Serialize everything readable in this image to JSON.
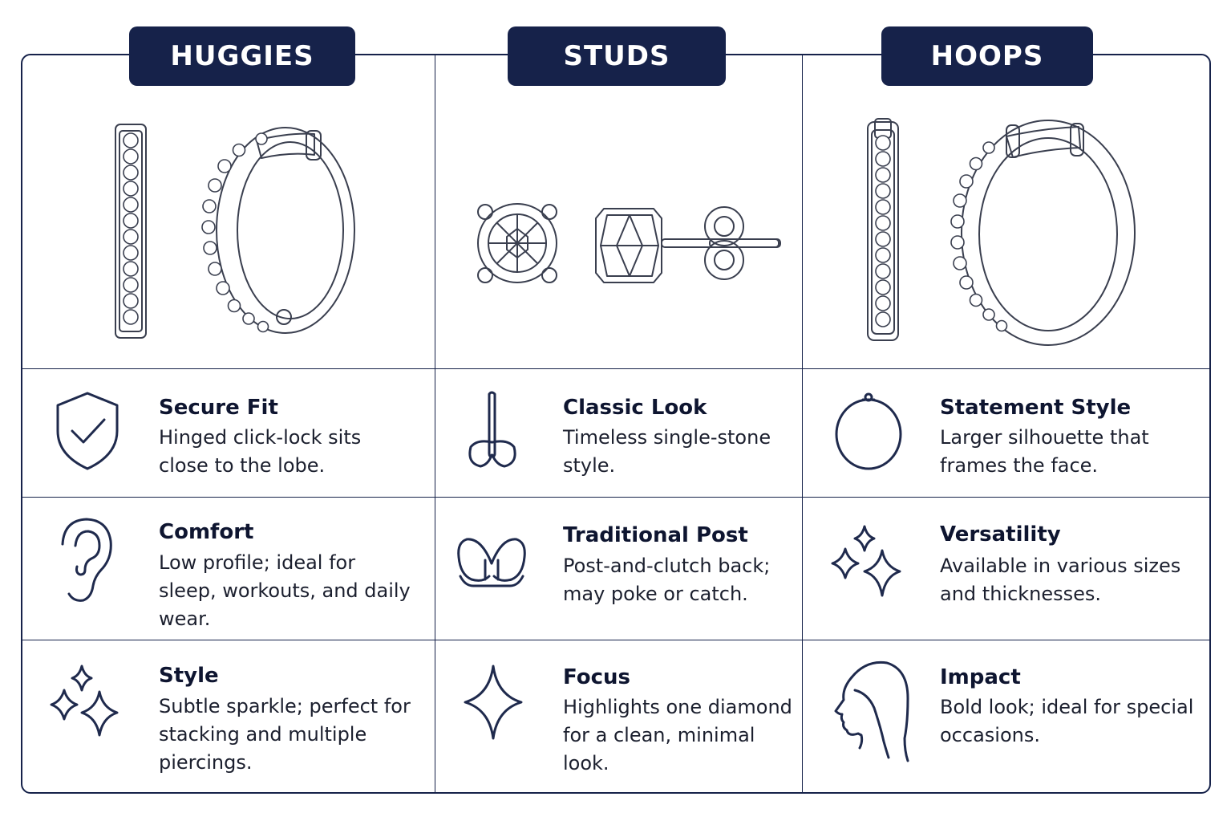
{
  "columns": [
    {
      "header": "HUGGIES",
      "features": [
        {
          "icon": "shield-check-icon",
          "title": "Secure Fit",
          "description": "Hinged click-lock sits close to the lobe."
        },
        {
          "icon": "ear-icon",
          "title": "Comfort",
          "description": "Low profile; ideal for sleep, workouts, and daily wear."
        },
        {
          "icon": "sparkles-icon",
          "title": "Style",
          "description": "Subtle sparkle; perfect for stacking and multiple piercings."
        }
      ]
    },
    {
      "header": "STUDS",
      "features": [
        {
          "icon": "stud-post-icon",
          "title": "Classic Look",
          "description": "Timeless single-stone style."
        },
        {
          "icon": "butterfly-back-icon",
          "title": "Traditional Post",
          "description": "Post-and-clutch back; may poke or catch."
        },
        {
          "icon": "four-point-star-icon",
          "title": "Focus",
          "description": "Highlights one diamond for a clean, minimal look."
        }
      ]
    },
    {
      "header": "HOOPS",
      "features": [
        {
          "icon": "hoop-icon",
          "title": "Statement Style",
          "description": "Larger silhouette that frames the face."
        },
        {
          "icon": "sparkles-icon",
          "title": "Versatility",
          "description": "Available in various sizes and thicknesses."
        },
        {
          "icon": "woman-profile-icon",
          "title": "Impact",
          "description": "Bold look; ideal for special occasions."
        }
      ]
    }
  ],
  "colors": {
    "navy": "#16224a",
    "ink": "#1f2a4d",
    "text": "#1b1f2e",
    "background": "#ffffff"
  }
}
